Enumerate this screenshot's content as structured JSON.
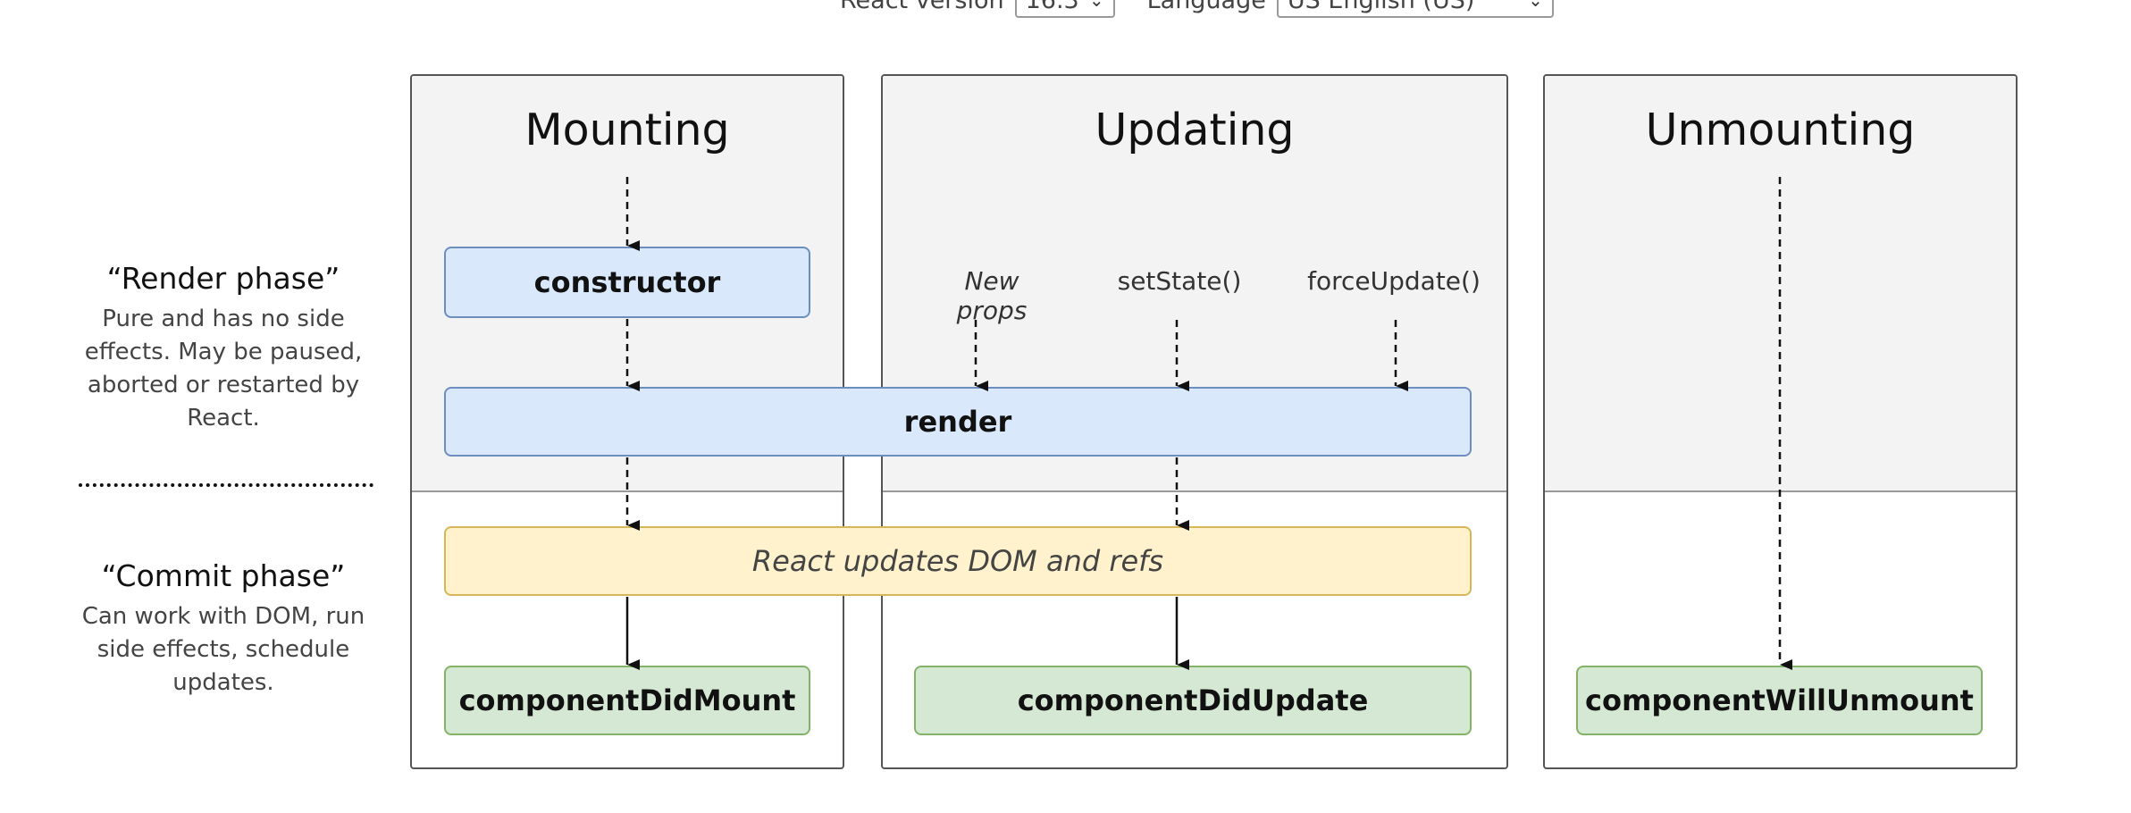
{
  "controls": {
    "version_label": "React version",
    "version_value": "16.3",
    "language_label": "Language",
    "language_value": "US English (US)"
  },
  "phases": {
    "mounting": "Mounting",
    "updating": "Updating",
    "unmounting": "Unmounting"
  },
  "methods": {
    "constructor": "constructor",
    "render": "render",
    "dom_update": "React updates DOM and refs",
    "did_mount": "componentDidMount",
    "did_update": "componentDidUpdate",
    "will_unmount": "componentWillUnmount"
  },
  "triggers": {
    "new_props": "New props",
    "set_state": "setState()",
    "force_update": "forceUpdate()"
  },
  "descriptions": {
    "render_phase_title": "“Render phase”",
    "render_phase_text": "Pure and has no side effects. May be paused, aborted or restarted by React.",
    "commit_phase_title": "“Commit phase”",
    "commit_phase_text": "Can work with DOM, run side effects, schedule updates."
  }
}
